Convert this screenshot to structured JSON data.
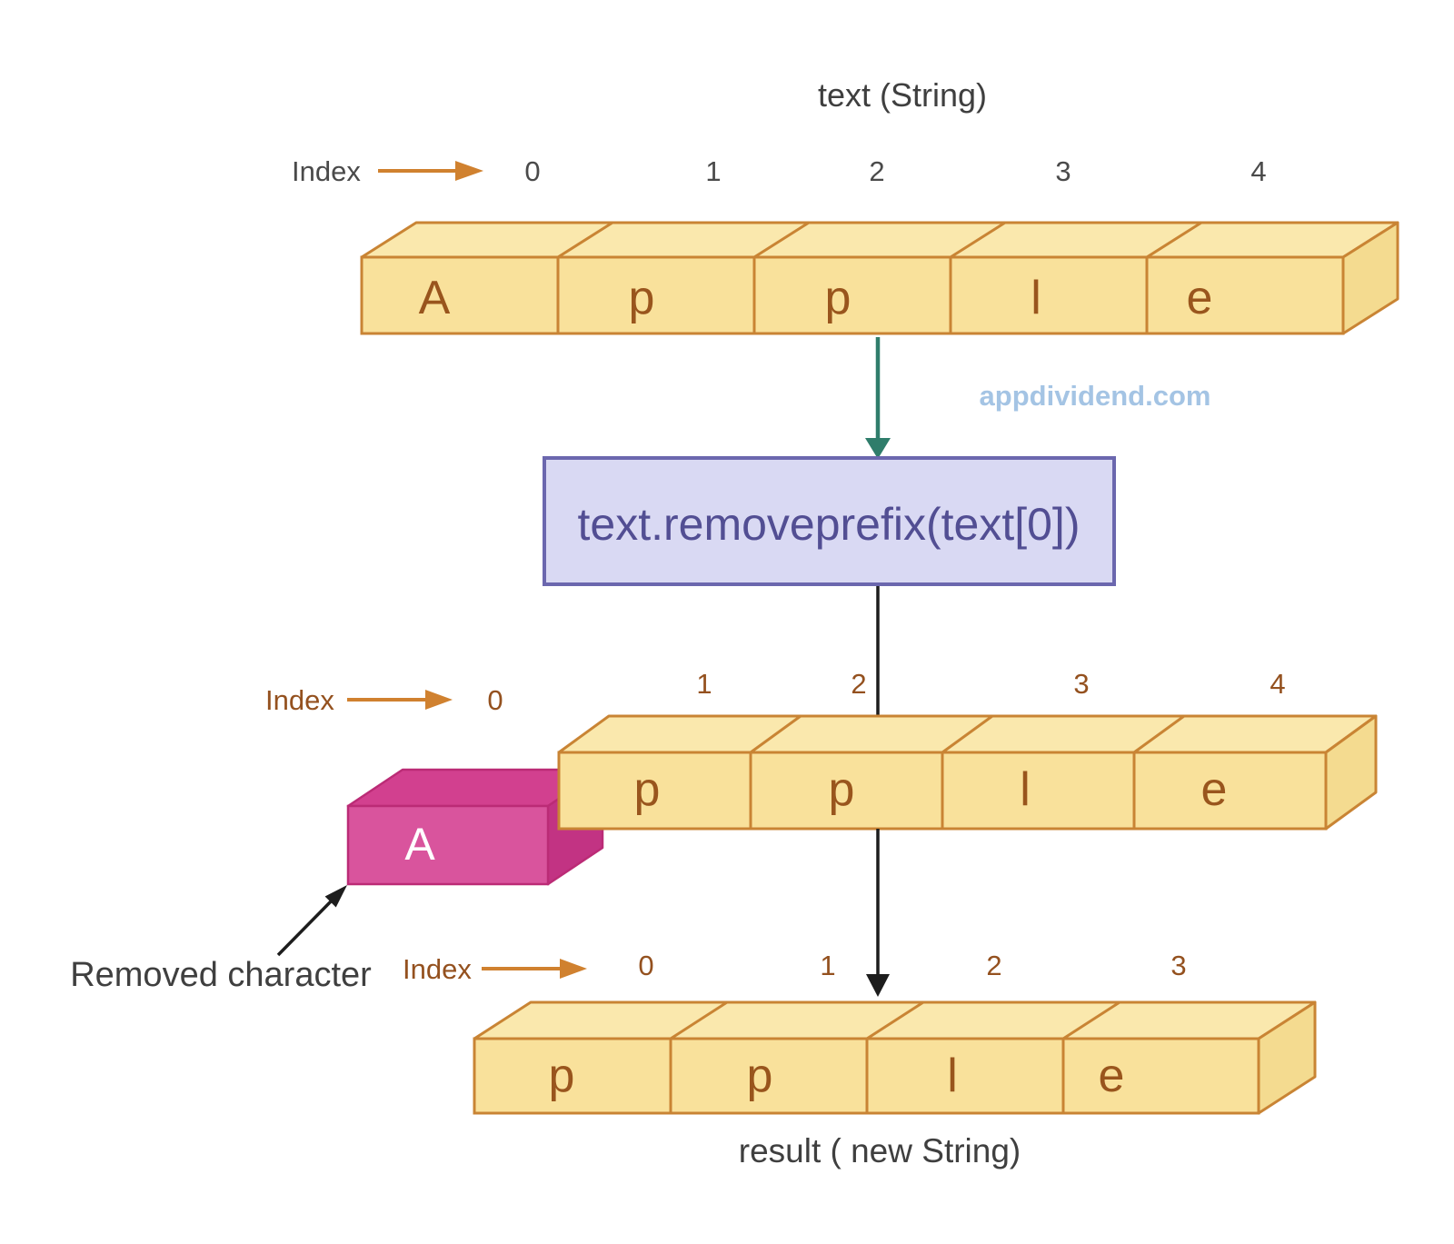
{
  "title": "text (String)",
  "watermark": "appdividend.com",
  "index_label": "Index",
  "operation": {
    "label": "text.removeprefix(text[0])"
  },
  "removed_character_label": "Removed character",
  "result_label": "result ( new String)",
  "original_array": {
    "indices": [
      "0",
      "1",
      "2",
      "3",
      "4"
    ],
    "cells": [
      "A",
      "p",
      "p",
      "l",
      "e"
    ]
  },
  "intermediate_array": {
    "indices": [
      "0",
      "1",
      "2",
      "3",
      "4"
    ],
    "removed_cell": "A",
    "cells": [
      "p",
      "p",
      "l",
      "e"
    ]
  },
  "result_array": {
    "indices": [
      "0",
      "1",
      "2",
      "3"
    ],
    "cells": [
      "p",
      "p",
      "l",
      "e"
    ]
  },
  "colors": {
    "cell_fill": "#F9E19B",
    "cell_fill_top": "#FAE8AD",
    "cell_fill_side": "#F4DB90",
    "cell_border": "#C98434",
    "letter": "#99551D",
    "index_brown": "#94511F",
    "index_gray": "#4A4A4A",
    "arrow_orange": "#D0812F",
    "arrow_green": "#2F7D6B",
    "arrow_black": "#1D1D1D",
    "operation_fill": "#D9D9F3",
    "operation_border": "#6B67AE",
    "operation_text": "#524E93",
    "removed_front": "#D9549D",
    "removed_top": "#D2408F",
    "removed_side": "#C23383",
    "removed_border": "#BB2B76",
    "removed_letter": "#FFFFFF",
    "watermark": "#A4C4E4",
    "label_dark": "#3F3F3F"
  }
}
